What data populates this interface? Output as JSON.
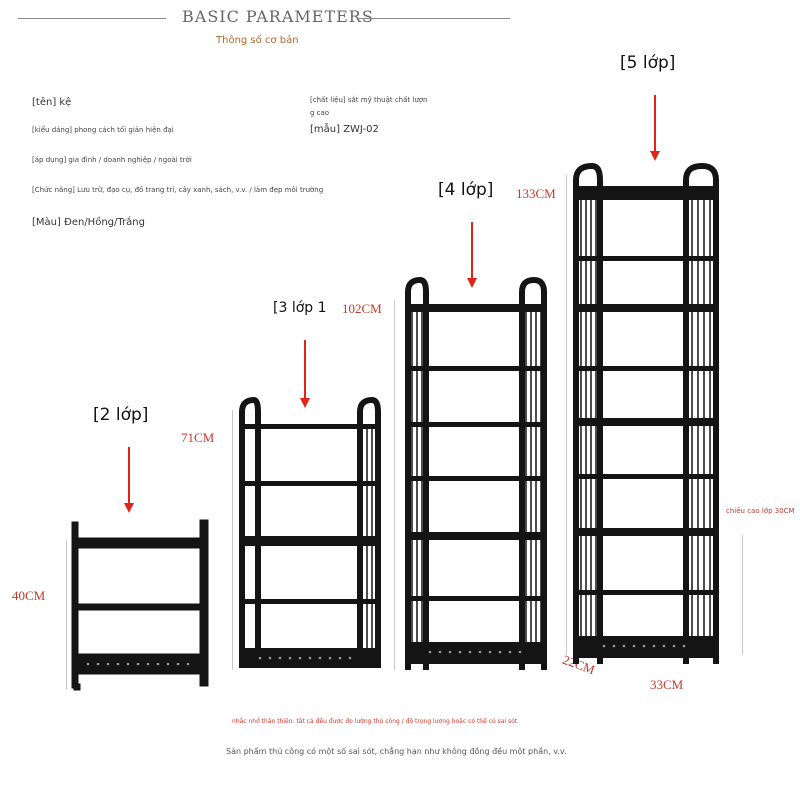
{
  "header": {
    "title": "BASIC PARAMETERS",
    "subtitle": "Thông số cơ bản"
  },
  "params": {
    "name": "[tên] kệ",
    "style": "[kiểu dáng] phong cách tối giản hiện đại",
    "usage": "[áp dụng] gia đình / doanh nghiệp / ngoài trời",
    "function": "[Chức năng] Lưu trữ, đạo cụ, đồ trang trí, cây xanh, sách, v.v. / làm đẹp môi trường",
    "color": "[Màu] Đen/Hồng/Trắng",
    "material_line1": "[chất liệu] sắt mỹ thuật chất lượn",
    "material_line2": "g cao",
    "model": "[mẫu] ZWJ-02"
  },
  "tiers": {
    "t2": "[2 lớp]",
    "t3": "[3 lớp 1",
    "t4": "[4 lớp]",
    "t5": "[5 lớp]"
  },
  "dimensions": {
    "h2": "40CM",
    "h3": "71CM",
    "h4": "102CM",
    "h5": "133CM",
    "depth": "22CM",
    "width": "33CM",
    "layer_height": "chiều cao lớp 30CM"
  },
  "notes": {
    "reminder": "nhắc nhở thân thiện: tất cả đều được đo lường thủ công / độ trọng lượng hoặc có thể có sai sót",
    "handmade": "Sản phẩm thủ công có một số sai sót, chẳng hạn như không đồng đều một phần, v.v."
  },
  "colors": {
    "frame": "#141414",
    "accent_red": "#e2231a",
    "dimension_text": "#c43a2c"
  }
}
